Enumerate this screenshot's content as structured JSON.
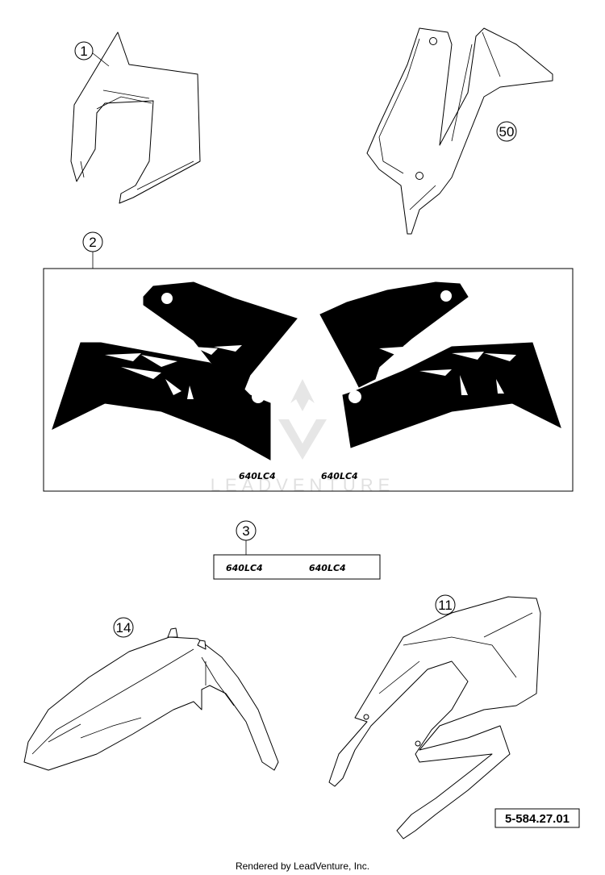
{
  "callouts": {
    "c1": "1",
    "c50": "50",
    "c2": "2",
    "c3": "3",
    "c14": "14",
    "c11": "11"
  },
  "decal_sheet": {
    "model_label_left": "640LC4",
    "model_label_right": "640LC4"
  },
  "small_decal": {
    "model_label_left": "640LC4",
    "model_label_right": "640LC4"
  },
  "watermark": {
    "text": "LEADVENTURE"
  },
  "reference_number": "5-584.27.01",
  "footer": "Rendered by LeadVenture, Inc."
}
